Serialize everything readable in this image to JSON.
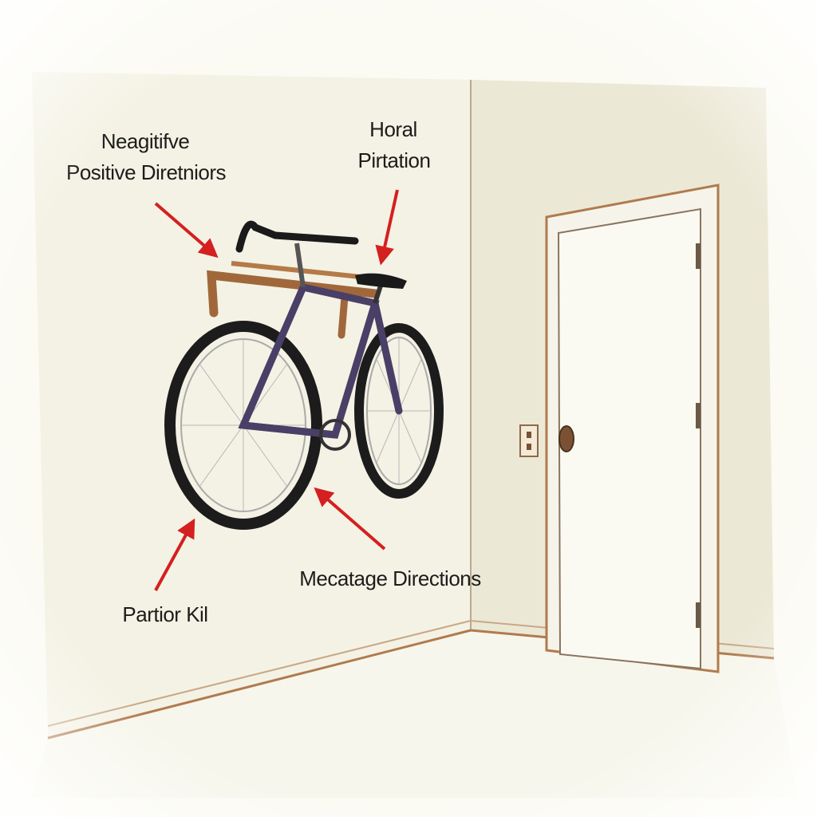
{
  "labels": {
    "top_left_line1": "Neagitifve",
    "top_left_line2": "Positive Diretniors",
    "top_right_line1": "Horal",
    "top_right_line2": "Pirtation",
    "bottom_right": "Mecatage Directions",
    "bottom_left": "Partior Kil"
  },
  "colors": {
    "arrow": "#d42020",
    "wall_left": "#f4f2e4",
    "wall_right": "#ece8d6",
    "floor": "#f7f6ec",
    "trim": "#b07a4e",
    "bike_frame": "#4a3f66",
    "rack": "#a0683a"
  }
}
